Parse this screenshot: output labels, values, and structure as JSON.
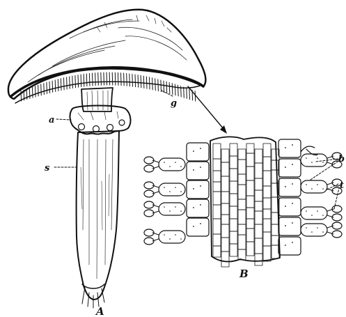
{
  "figure": {
    "panels": [
      {
        "letter": "A"
      },
      {
        "letter": "B"
      }
    ],
    "labels": {
      "a": "a",
      "s": "s",
      "g": "g",
      "b": "b",
      "t": "t"
    }
  }
}
